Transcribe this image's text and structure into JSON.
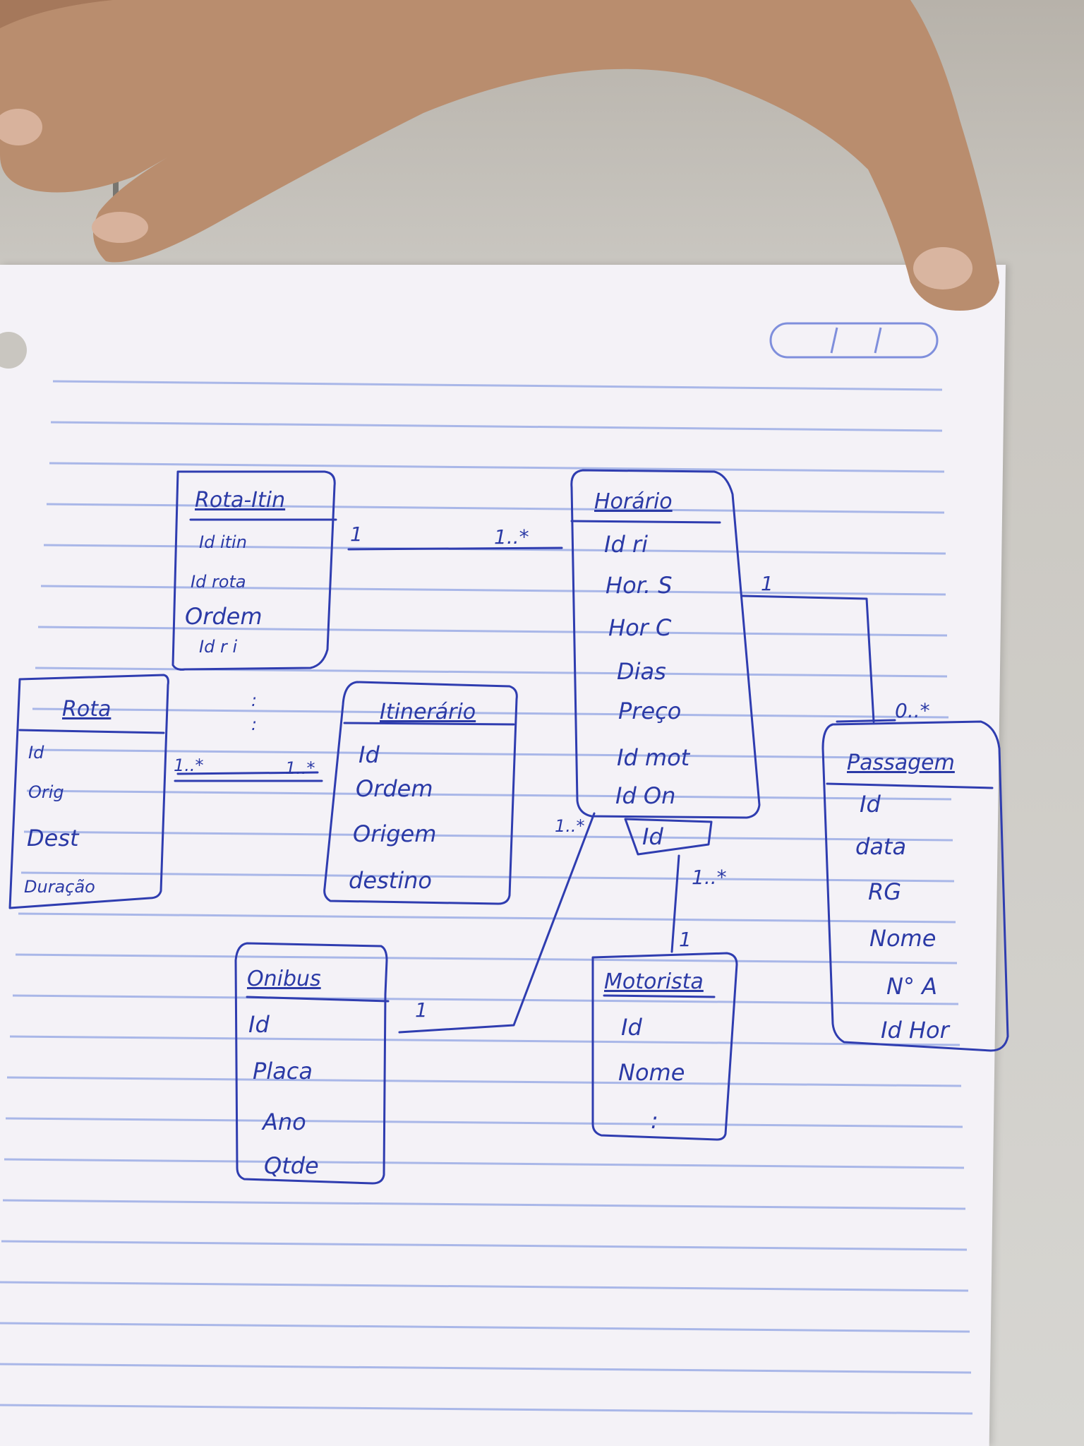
{
  "colors": {
    "ink": "#2b3aa6",
    "paper": "#f4f2f7",
    "rule": "#a9b7e8",
    "desk": "#c9c6c0",
    "skin": "#b98d6e"
  },
  "entities": {
    "rota_itin": {
      "title": "Rota-Itin",
      "attributes": [
        "Id itin",
        "Id rota",
        "Ordem",
        "Id r i"
      ]
    },
    "rota": {
      "title": "Rota",
      "attributes": [
        "Id",
        "Orig",
        "Dest",
        "Duração"
      ]
    },
    "itinerario": {
      "title": "Itinerário",
      "attributes": [
        "Id",
        "Ordem",
        "Origem",
        "destino"
      ]
    },
    "horario": {
      "title": "Horário",
      "attributes": [
        "Id ri",
        "Hor. S",
        "Hor C",
        "Dias",
        "Preço",
        "Id mot",
        "Id On"
      ]
    },
    "onibus": {
      "title": "Onibus",
      "attributes": [
        "Id",
        "Placa",
        "Ano",
        "Qtde"
      ]
    },
    "motorista": {
      "title": "Motorista",
      "attributes": [
        "Id",
        "Nome",
        ":"
      ]
    },
    "passagem": {
      "title": "Passagem",
      "attributes": [
        "Id",
        "data",
        "RG",
        "Nome",
        "N° A",
        "Id Hor"
      ]
    }
  },
  "horario_key_tab": "Id",
  "multiplicities": {
    "rotaitin_horario_left": "1",
    "rotaitin_horario_right": "1..*",
    "rota_itin_left": "1..*",
    "rota_itin_right": "1..*",
    "horario_passagem_top": "1",
    "horario_passagem_bottom": "0..*",
    "horario_onibus_top": "1..*",
    "horario_onibus_bottom": "1",
    "horario_motorista_top": "1..*",
    "horario_motorista_bottom": "1"
  },
  "dots": ":"
}
